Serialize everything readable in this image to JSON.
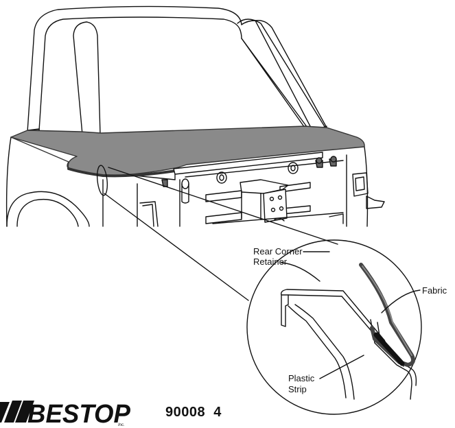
{
  "callouts": {
    "rear_corner_line1": "Rear Corner",
    "rear_corner_line2": "Retainer",
    "fabric": "Fabric",
    "plastic_line1": "Plastic",
    "plastic_line2": "Strip"
  },
  "brand": {
    "logo_text": "BESTOP",
    "logo_suffix": "Inc."
  },
  "document": {
    "number": "90008  4"
  },
  "colors": {
    "line": "#111111",
    "cover": "#8a8a8a",
    "cover_edge": "#555555",
    "fabric": "#6e6e6e",
    "strip": "#111111"
  }
}
